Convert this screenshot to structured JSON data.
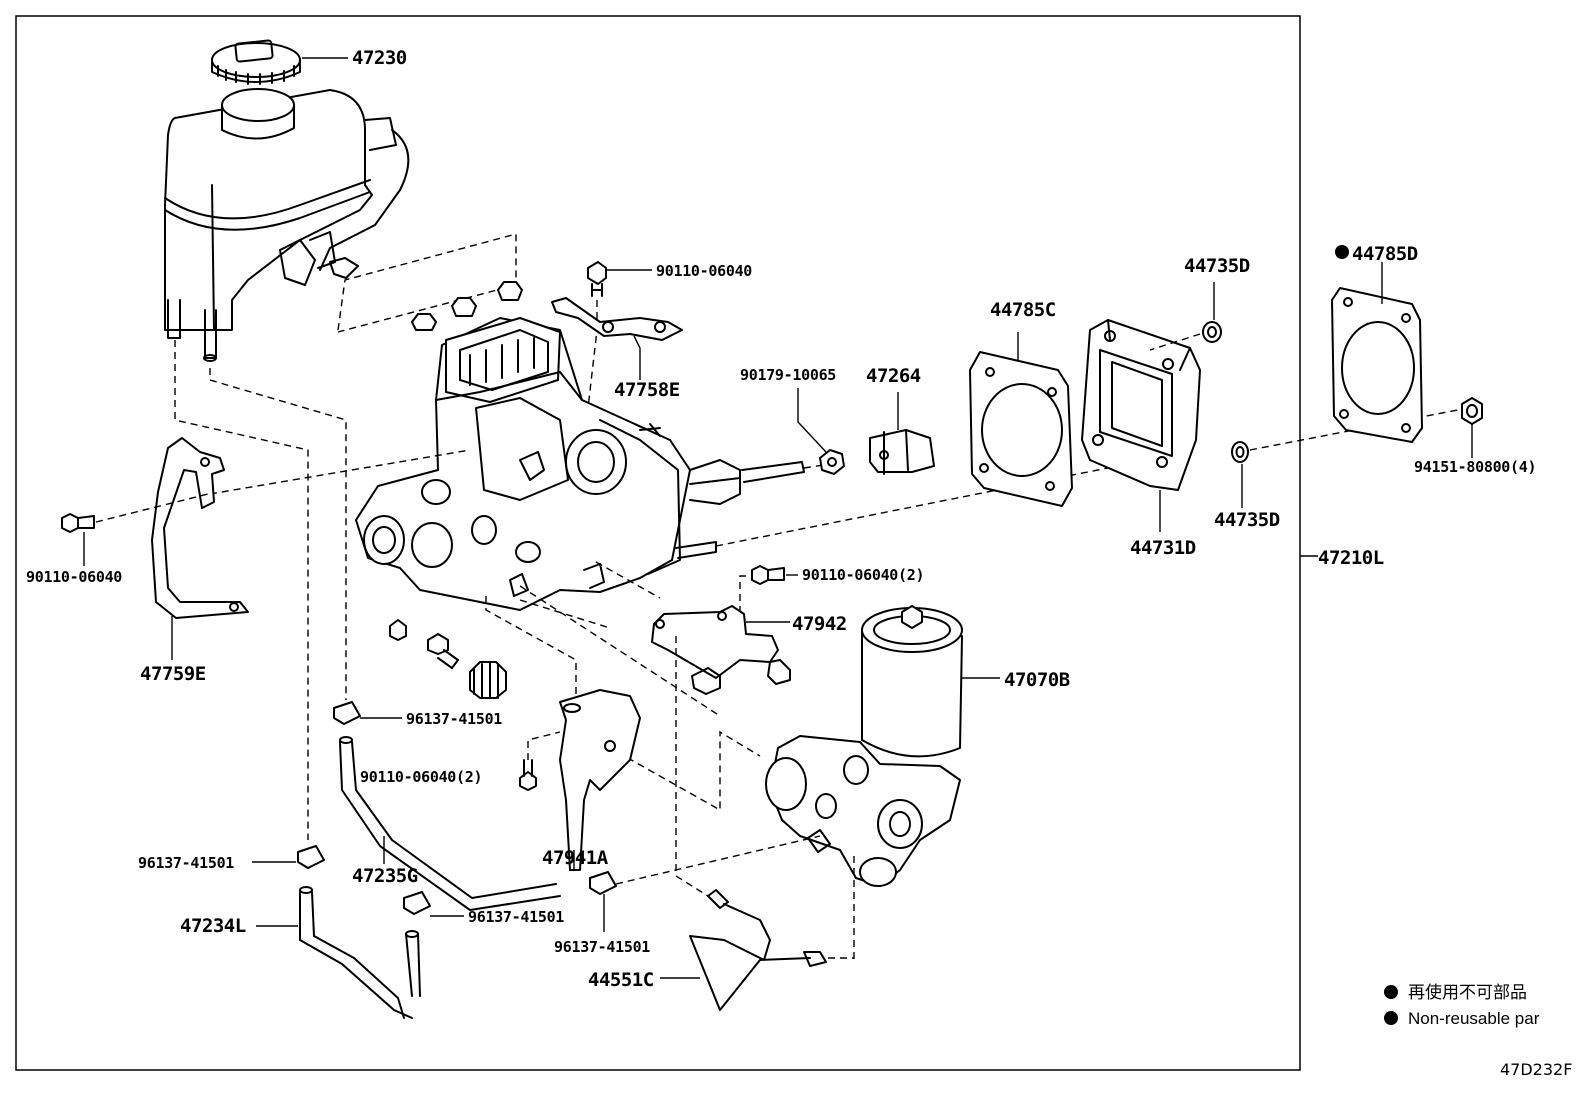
{
  "labels": {
    "p47230": "47230",
    "p90110_06040_top": "90110-06040",
    "p47758E": "47758E",
    "p90179_10065": "90179-10065",
    "p47264": "47264",
    "p44785C": "44785C",
    "p44735D_top": "44735D",
    "p44785D": "44785D",
    "p94151": "94151-80800(4)",
    "p44735D_bot": "44735D",
    "p44731D": "44731D",
    "p47210L": "47210L",
    "p90110_06040_left": "90110-06040",
    "p47759E": "47759E",
    "p90110_06040_2_right": "90110-06040(2)",
    "p47942": "47942",
    "p47070B": "47070B",
    "p96137_a": "96137-41501",
    "p90110_06040_2_mid": "90110-06040(2)",
    "p96137_b": "96137-41501",
    "p47235G": "47235G",
    "p47941A": "47941A",
    "p47234L": "47234L",
    "p96137_c": "96137-41501",
    "p96137_d": "96137-41501",
    "p44551C": "44551C"
  },
  "legend": {
    "jp": "再使用不可部品",
    "en": "Non-reusable par"
  },
  "diagram_code": "47D232F"
}
